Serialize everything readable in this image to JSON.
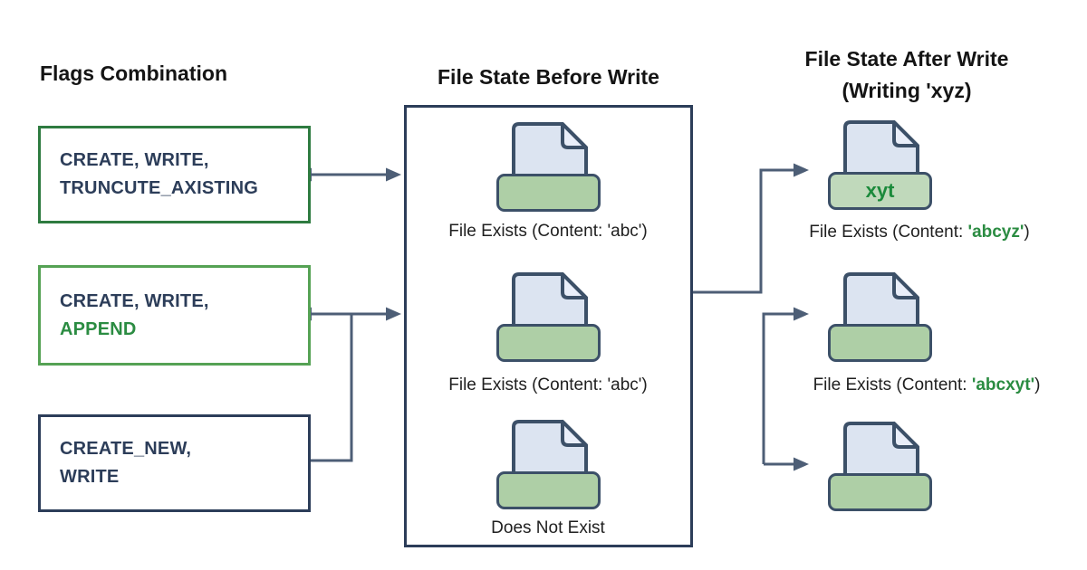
{
  "left": {
    "title": "Flags Combination",
    "boxes": [
      {
        "line1": "CREATE, WRITE,",
        "line2": "TRUNCUTE_AXISTING"
      },
      {
        "line1": "CREATE, WRITE,",
        "line2": "APPEND"
      },
      {
        "line1": "CREATE_NEW,",
        "line2": "WRITE"
      }
    ]
  },
  "center": {
    "title": "File State Before Write",
    "items": [
      {
        "label": "File Exists (Content: 'abc')"
      },
      {
        "label": "File Exists (Content: 'abc')"
      },
      {
        "label": "Does Not Exist"
      }
    ]
  },
  "right": {
    "title_line1": "File State After Write",
    "title_line2": "(Writing 'xyz)",
    "items": [
      {
        "tray_text": "xyt",
        "label_prefix": "File Exists (Content: ",
        "label_highlight": "'abcyz'",
        "label_suffix": ")"
      },
      {
        "tray_text": "",
        "label_prefix": "File Exists (Content: ",
        "label_highlight": "'abcxyt'",
        "label_suffix": ")"
      },
      {
        "tray_text": ""
      }
    ]
  },
  "colors": {
    "border_green_dark": "#2e7b40",
    "border_green_light": "#55a254",
    "border_navy": "#2c3d59",
    "text_navy": "#2c3d59",
    "text_green": "#2b8c42",
    "connector": "#4d5e76",
    "doc_fill": "#dce4f1",
    "tray_fill": "#aecfa6"
  }
}
